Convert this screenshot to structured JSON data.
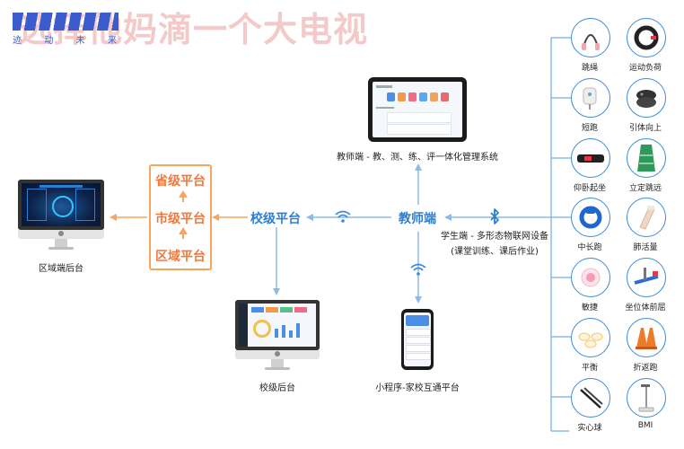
{
  "watermark": {
    "banner": "选择他妈滴一个大电视",
    "logo_chars": [
      "迹",
      "动",
      "未",
      "来"
    ]
  },
  "colors": {
    "blue": "#3b8bd9",
    "blue_text": "#2f7fd1",
    "orange": "#f0783a",
    "orange_border": "#f7a45f"
  },
  "regional": {
    "province": "省级平台",
    "city": "市级平台",
    "district": "区域平台",
    "backend_caption": "区域端后台"
  },
  "school": {
    "label": "校级平台",
    "backend_caption": "校级后台"
  },
  "teacher": {
    "label": "教师端",
    "system_caption": "教师端 - 教、测、练、评一体化管理系统"
  },
  "student": {
    "line1": "学生端 - 多形态物联网设备",
    "line2": "(课堂训练、课后作业)"
  },
  "mini_program": {
    "caption": "小程序-家校互通平台"
  },
  "icons": {
    "wifi": "wifi-icon",
    "bluetooth": "bluetooth-icon"
  },
  "devices": [
    {
      "label": "跳绳",
      "icon": "jump-rope-icon"
    },
    {
      "label": "运动负荷",
      "icon": "exercise-load-band-icon"
    },
    {
      "label": "短跑",
      "icon": "sprint-sensor-icon"
    },
    {
      "label": "引体向上",
      "icon": "pull-up-sensor-icon"
    },
    {
      "label": "仰卧起坐",
      "icon": "sit-up-mat-icon"
    },
    {
      "label": "立定跳远",
      "icon": "long-jump-mat-icon"
    },
    {
      "label": "中长跑",
      "icon": "distance-run-band-icon"
    },
    {
      "label": "肺活量",
      "icon": "spirometer-icon"
    },
    {
      "label": "敏捷",
      "icon": "agility-light-icon"
    },
    {
      "label": "坐位体前屈",
      "icon": "sit-reach-icon"
    },
    {
      "label": "平衡",
      "icon": "balance-pods-icon"
    },
    {
      "label": "折返跑",
      "icon": "shuttle-cones-icon"
    },
    {
      "label": "实心球",
      "icon": "medicine-ball-icon"
    },
    {
      "label": "BMI",
      "icon": "bmi-scale-icon"
    }
  ]
}
